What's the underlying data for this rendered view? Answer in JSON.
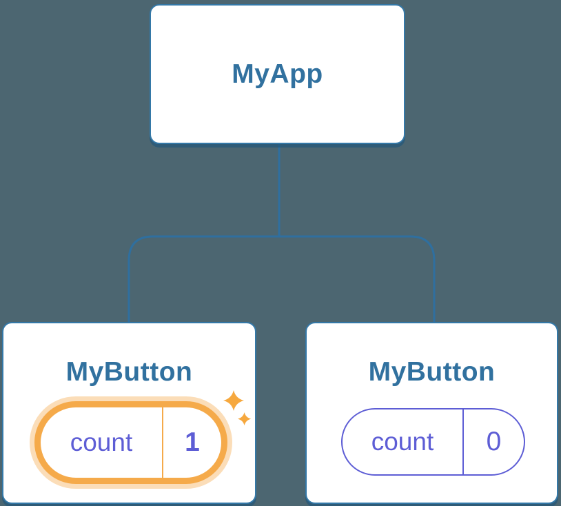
{
  "tree": {
    "root": {
      "label": "MyApp"
    },
    "children": [
      {
        "label": "MyButton",
        "state_key": "count",
        "state_value": "1",
        "highlighted": true,
        "icon": "sparkles-icon"
      },
      {
        "label": "MyButton",
        "state_key": "count",
        "state_value": "0",
        "highlighted": false
      }
    ]
  },
  "colors": {
    "background": "#4c6671",
    "line_blue": "#2f6f9f",
    "card_border": "#3478a7",
    "card_white": "#ffffff",
    "heading_blue": "#31719f",
    "state_indigo": "#5d5dd5",
    "highlight_orange": "#f5aa4a",
    "highlight_halo": "rgba(246,171,77,0.4)",
    "sparkle_orange": "#f6a83e"
  }
}
